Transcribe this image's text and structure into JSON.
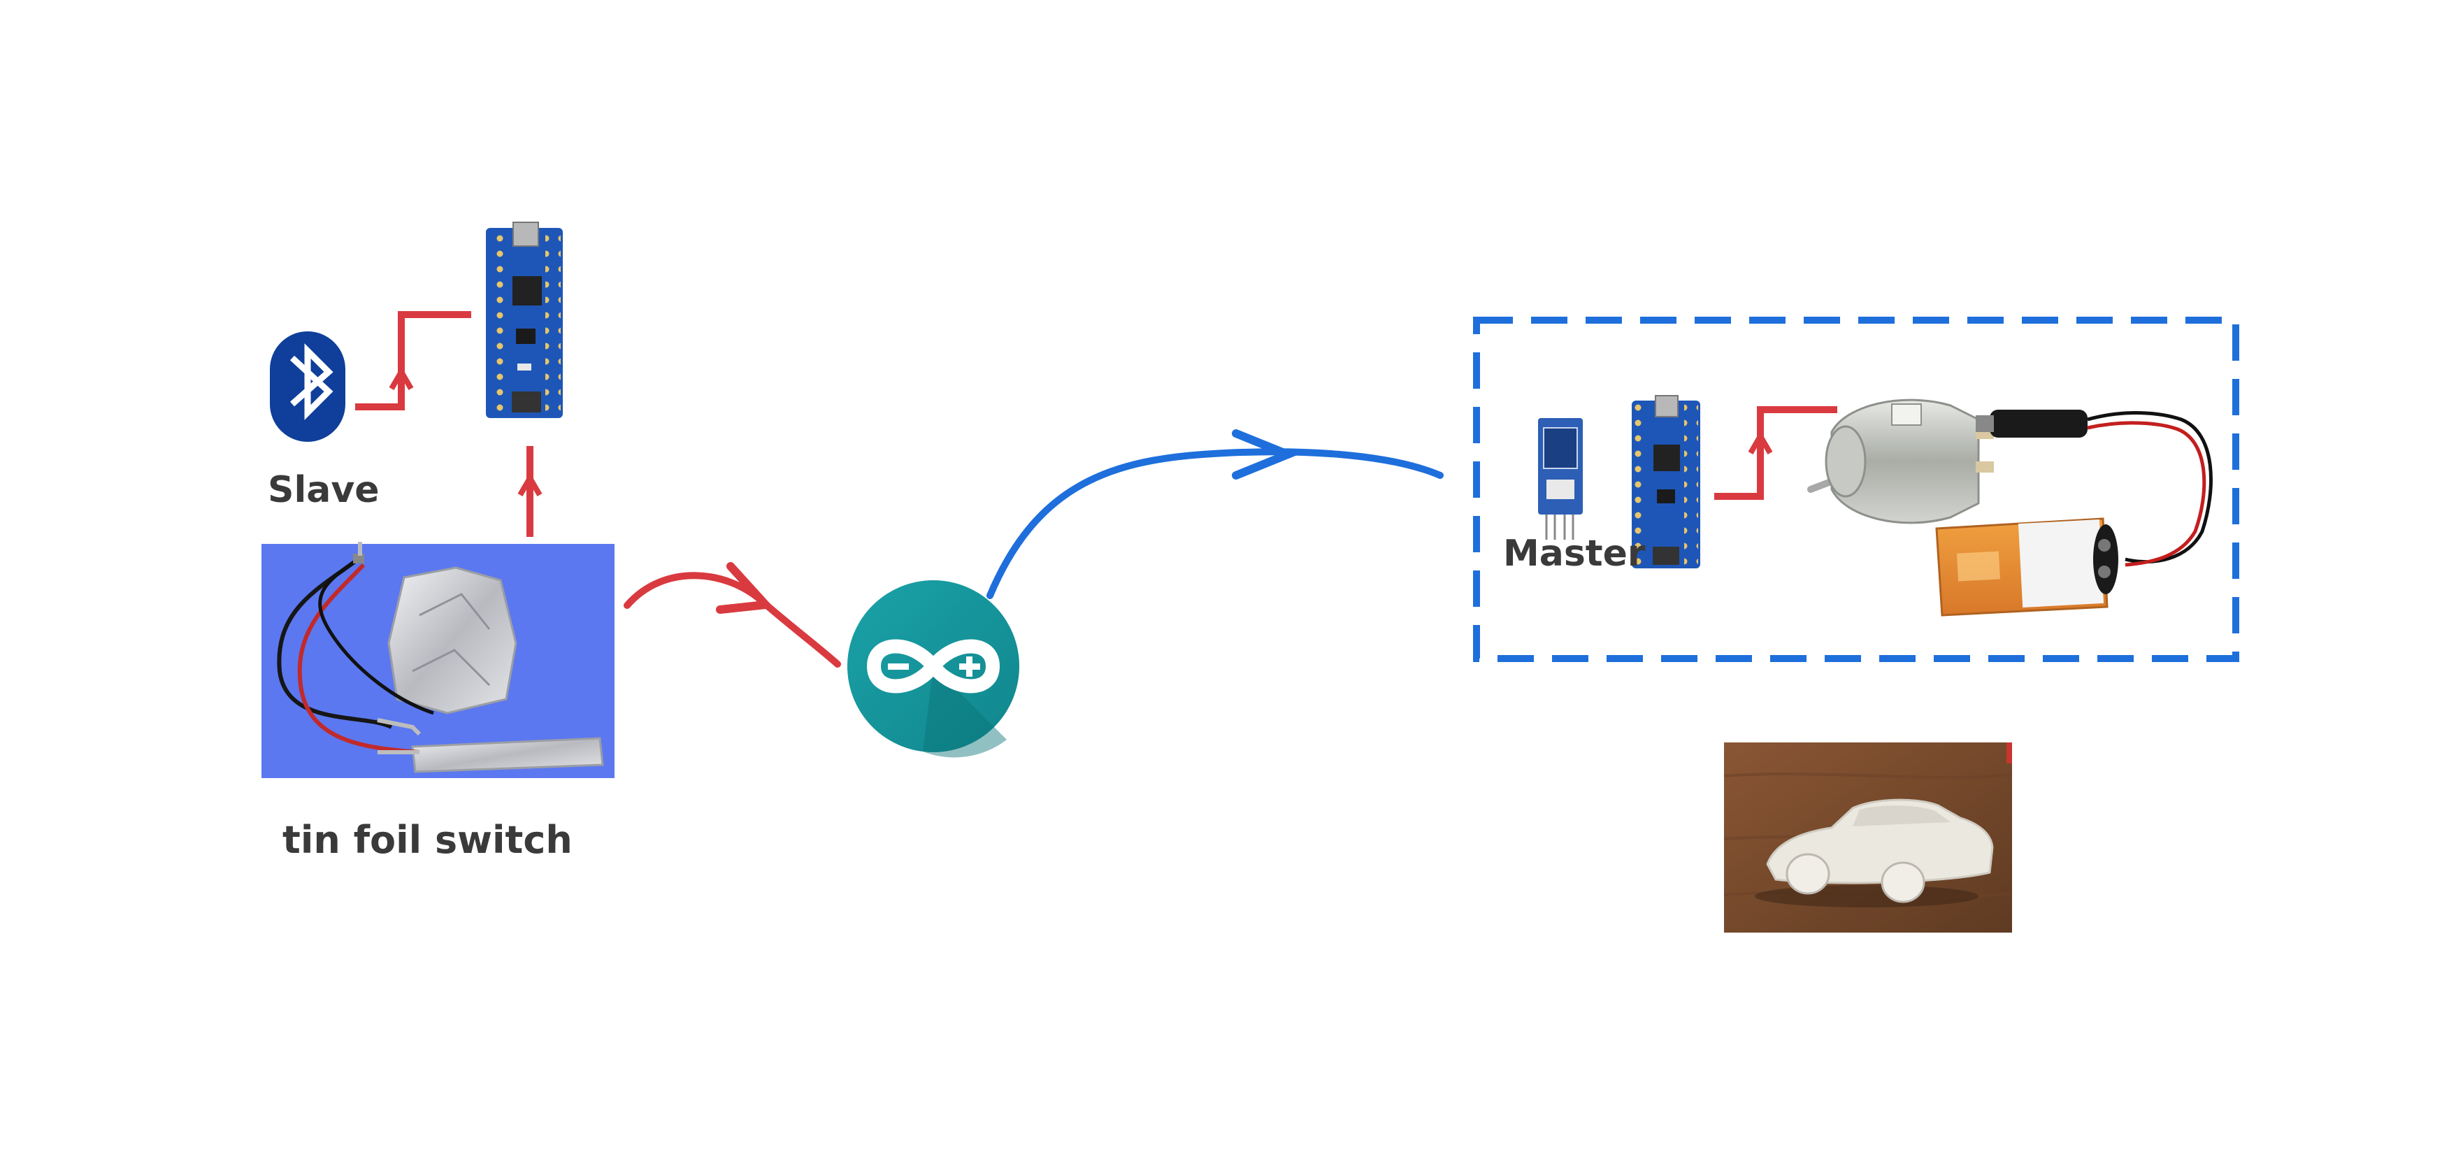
{
  "labels": {
    "slave": "Slave",
    "master": "Master",
    "switch": "tin foil switch"
  },
  "colors": {
    "background": "#ffffff",
    "wire_red": "#d93a40",
    "flow_blue": "#1e6fdc",
    "arduino_teal": "#17959b",
    "bluetooth_blue": "#0f3f9a",
    "photo_backdrop": "#5b78f0"
  },
  "icons": {
    "bluetooth": "bluetooth-icon",
    "arduino": "arduino-logo-icon"
  }
}
